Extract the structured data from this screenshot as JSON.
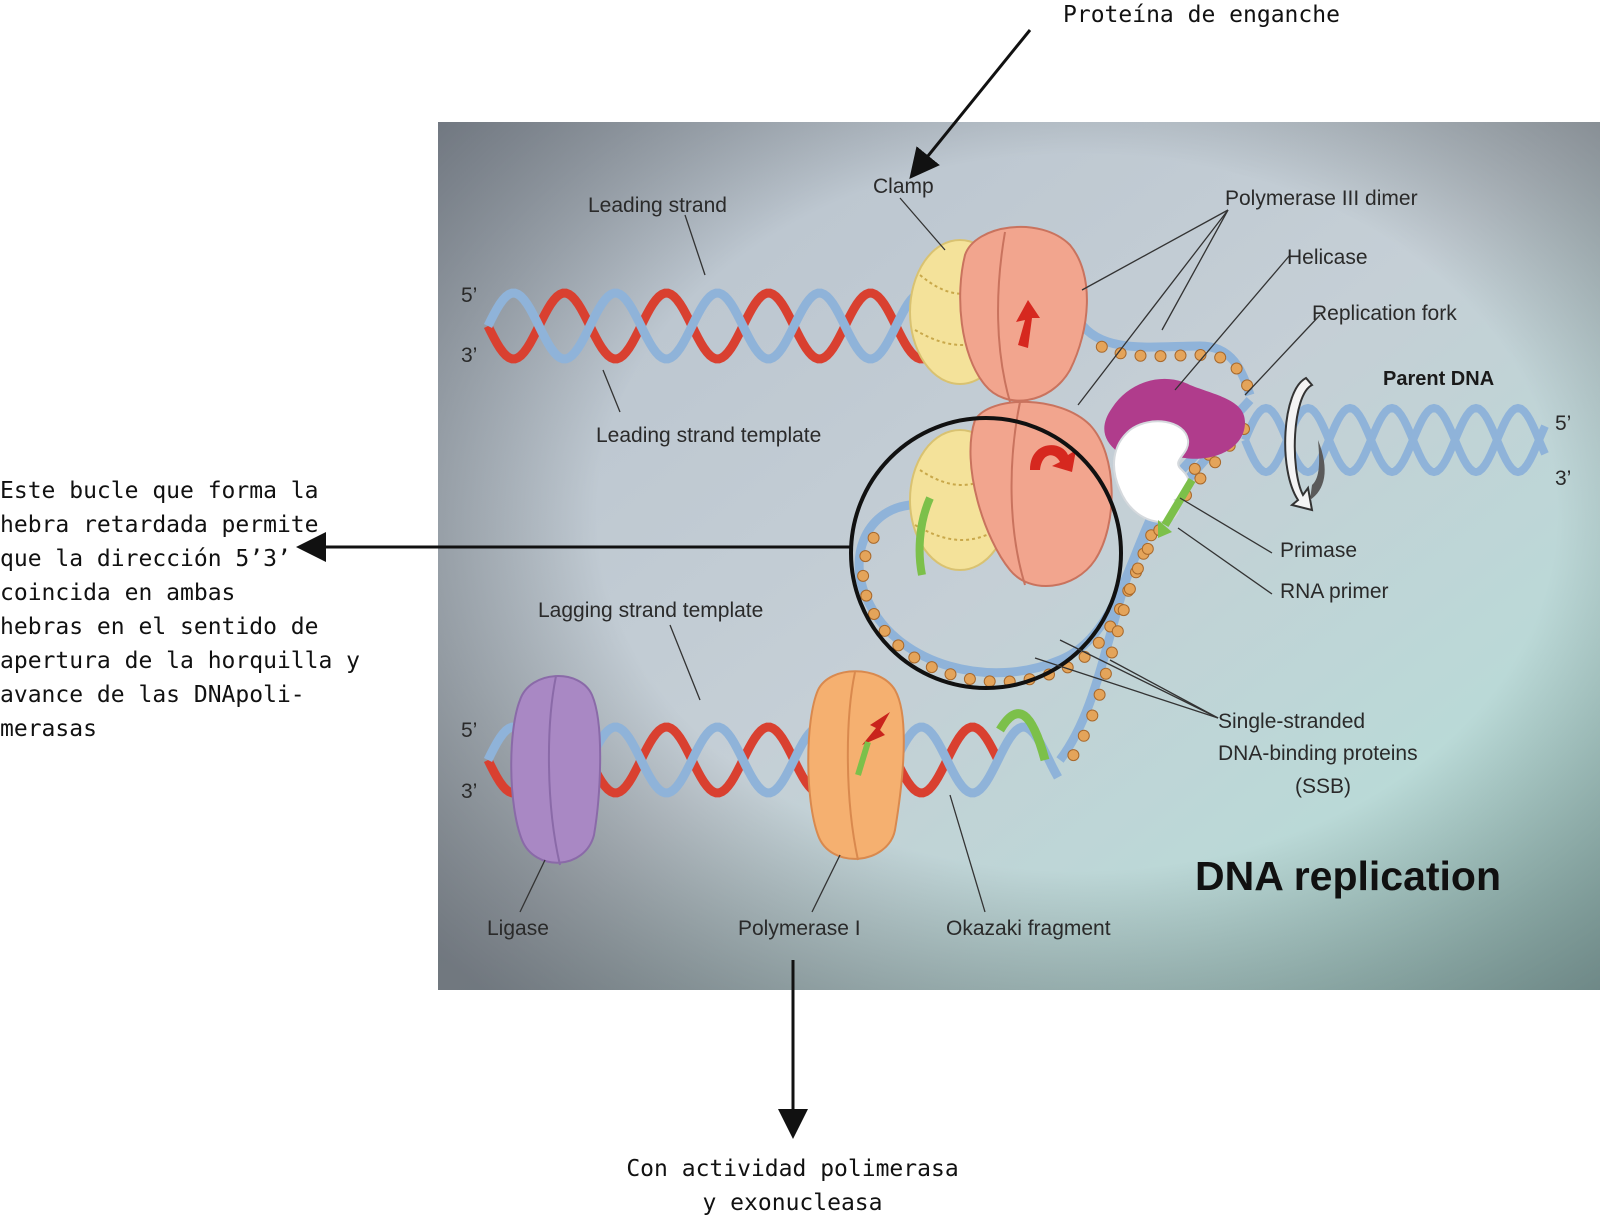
{
  "annotations": {
    "top_label": "Proteína de enganche",
    "loop_note": [
      "Este bucle que forma la",
      "hebra retardada permite",
      "que la dirección 5’3’",
      "coincida en ambas",
      "hebras en el sentido de",
      "apertura de la horquilla y",
      "avance de las DNApoli-",
      "merasas"
    ],
    "bottom_label": [
      "Con actividad polimerasa",
      "y exonucleasa"
    ]
  },
  "figure": {
    "title": "DNA replication",
    "parent_dna": "Parent DNA",
    "labels": {
      "leading_strand": "Leading strand",
      "clamp": "Clamp",
      "polymerase_iii_dimer": "Polymerase III dimer",
      "helicase": "Helicase",
      "replication_fork": "Replication fork",
      "leading_strand_template": "Leading strand template",
      "primase": "Primase",
      "rna_primer": "RNA primer",
      "lagging_strand_template": "Lagging strand template",
      "ssb": [
        "Single-stranded",
        "DNA-binding proteins",
        "(SSB)"
      ],
      "ligase": "Ligase",
      "polymerase_i": "Polymerase I",
      "okazaki_fragment": "Okazaki fragment"
    },
    "ends": {
      "top_5": "5’",
      "top_3": "3’",
      "right_5": "5’",
      "right_3": "3’",
      "bottom_5": "5’",
      "bottom_3": "3’"
    }
  },
  "colors": {
    "template_strand": "#8fb3d9",
    "new_strand": "#d94030",
    "primer": "#7cc04a",
    "clamp": "#f4e29a",
    "polymerase_iii": "#f2a58e",
    "polymerase_i": "#f5b070",
    "ligase": "#a988c4",
    "helicase": "#b03c8c",
    "ssb": "#e4a45a"
  }
}
